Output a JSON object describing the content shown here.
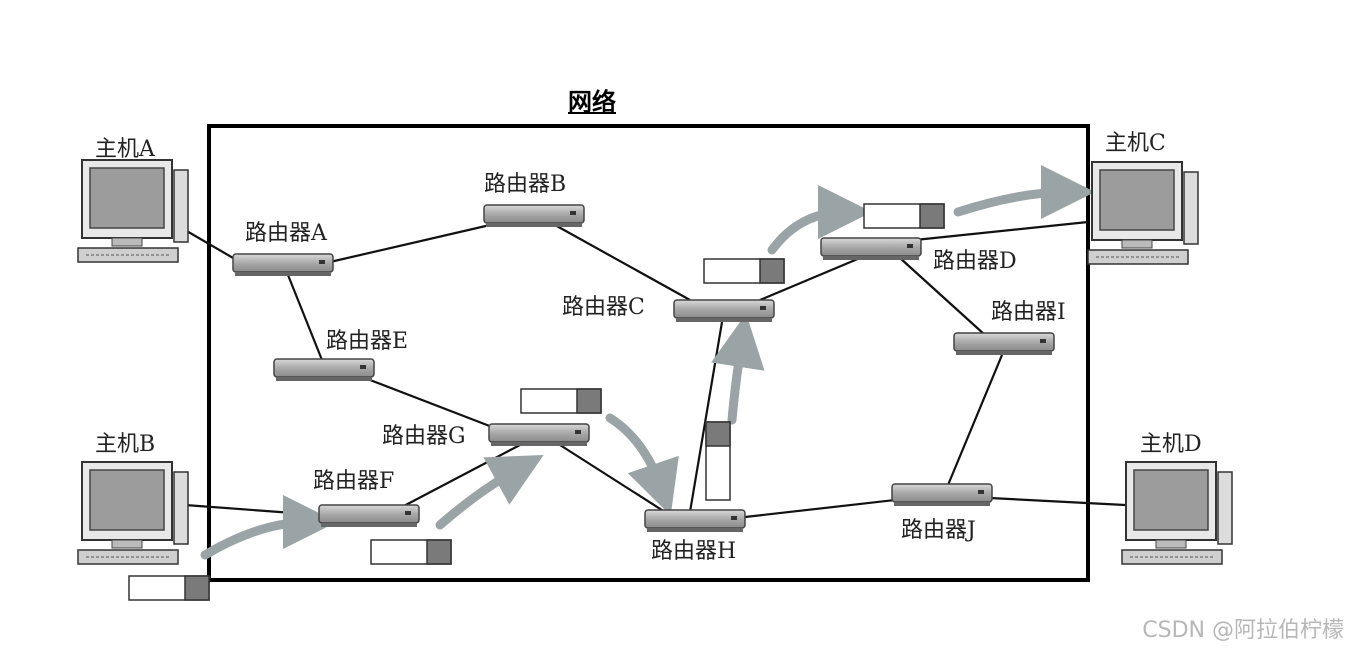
{
  "title": "网络",
  "watermark": "CSDN @阿拉伯柠檬",
  "hosts": {
    "A": "主机A",
    "B": "主机B",
    "C": "主机C",
    "D": "主机D"
  },
  "routers": {
    "A": "路由器A",
    "B": "路由器B",
    "C": "路由器C",
    "D": "路由器D",
    "E": "路由器E",
    "F": "路由器F",
    "G": "路由器G",
    "H": "路由器H",
    "I": "路由器I",
    "J": "路由器J"
  },
  "colors": {
    "frame": "#000000",
    "link": "#111111",
    "arrow": "#9aa3a6",
    "router_body": "#a9a9a9",
    "packet_header": "#7a7a7a"
  },
  "links": [
    [
      "host-A",
      "router-A"
    ],
    [
      "router-A",
      "router-B"
    ],
    [
      "router-A",
      "router-E"
    ],
    [
      "router-B",
      "router-C"
    ],
    [
      "router-E",
      "router-G"
    ],
    [
      "host-B",
      "router-F"
    ],
    [
      "router-F",
      "router-G"
    ],
    [
      "router-G",
      "router-H"
    ],
    [
      "router-H",
      "router-C"
    ],
    [
      "router-C",
      "router-D"
    ],
    [
      "router-D",
      "host-C"
    ],
    [
      "router-D",
      "router-I"
    ],
    [
      "router-I",
      "router-J"
    ],
    [
      "router-H",
      "router-J"
    ],
    [
      "router-J",
      "host-D"
    ]
  ]
}
